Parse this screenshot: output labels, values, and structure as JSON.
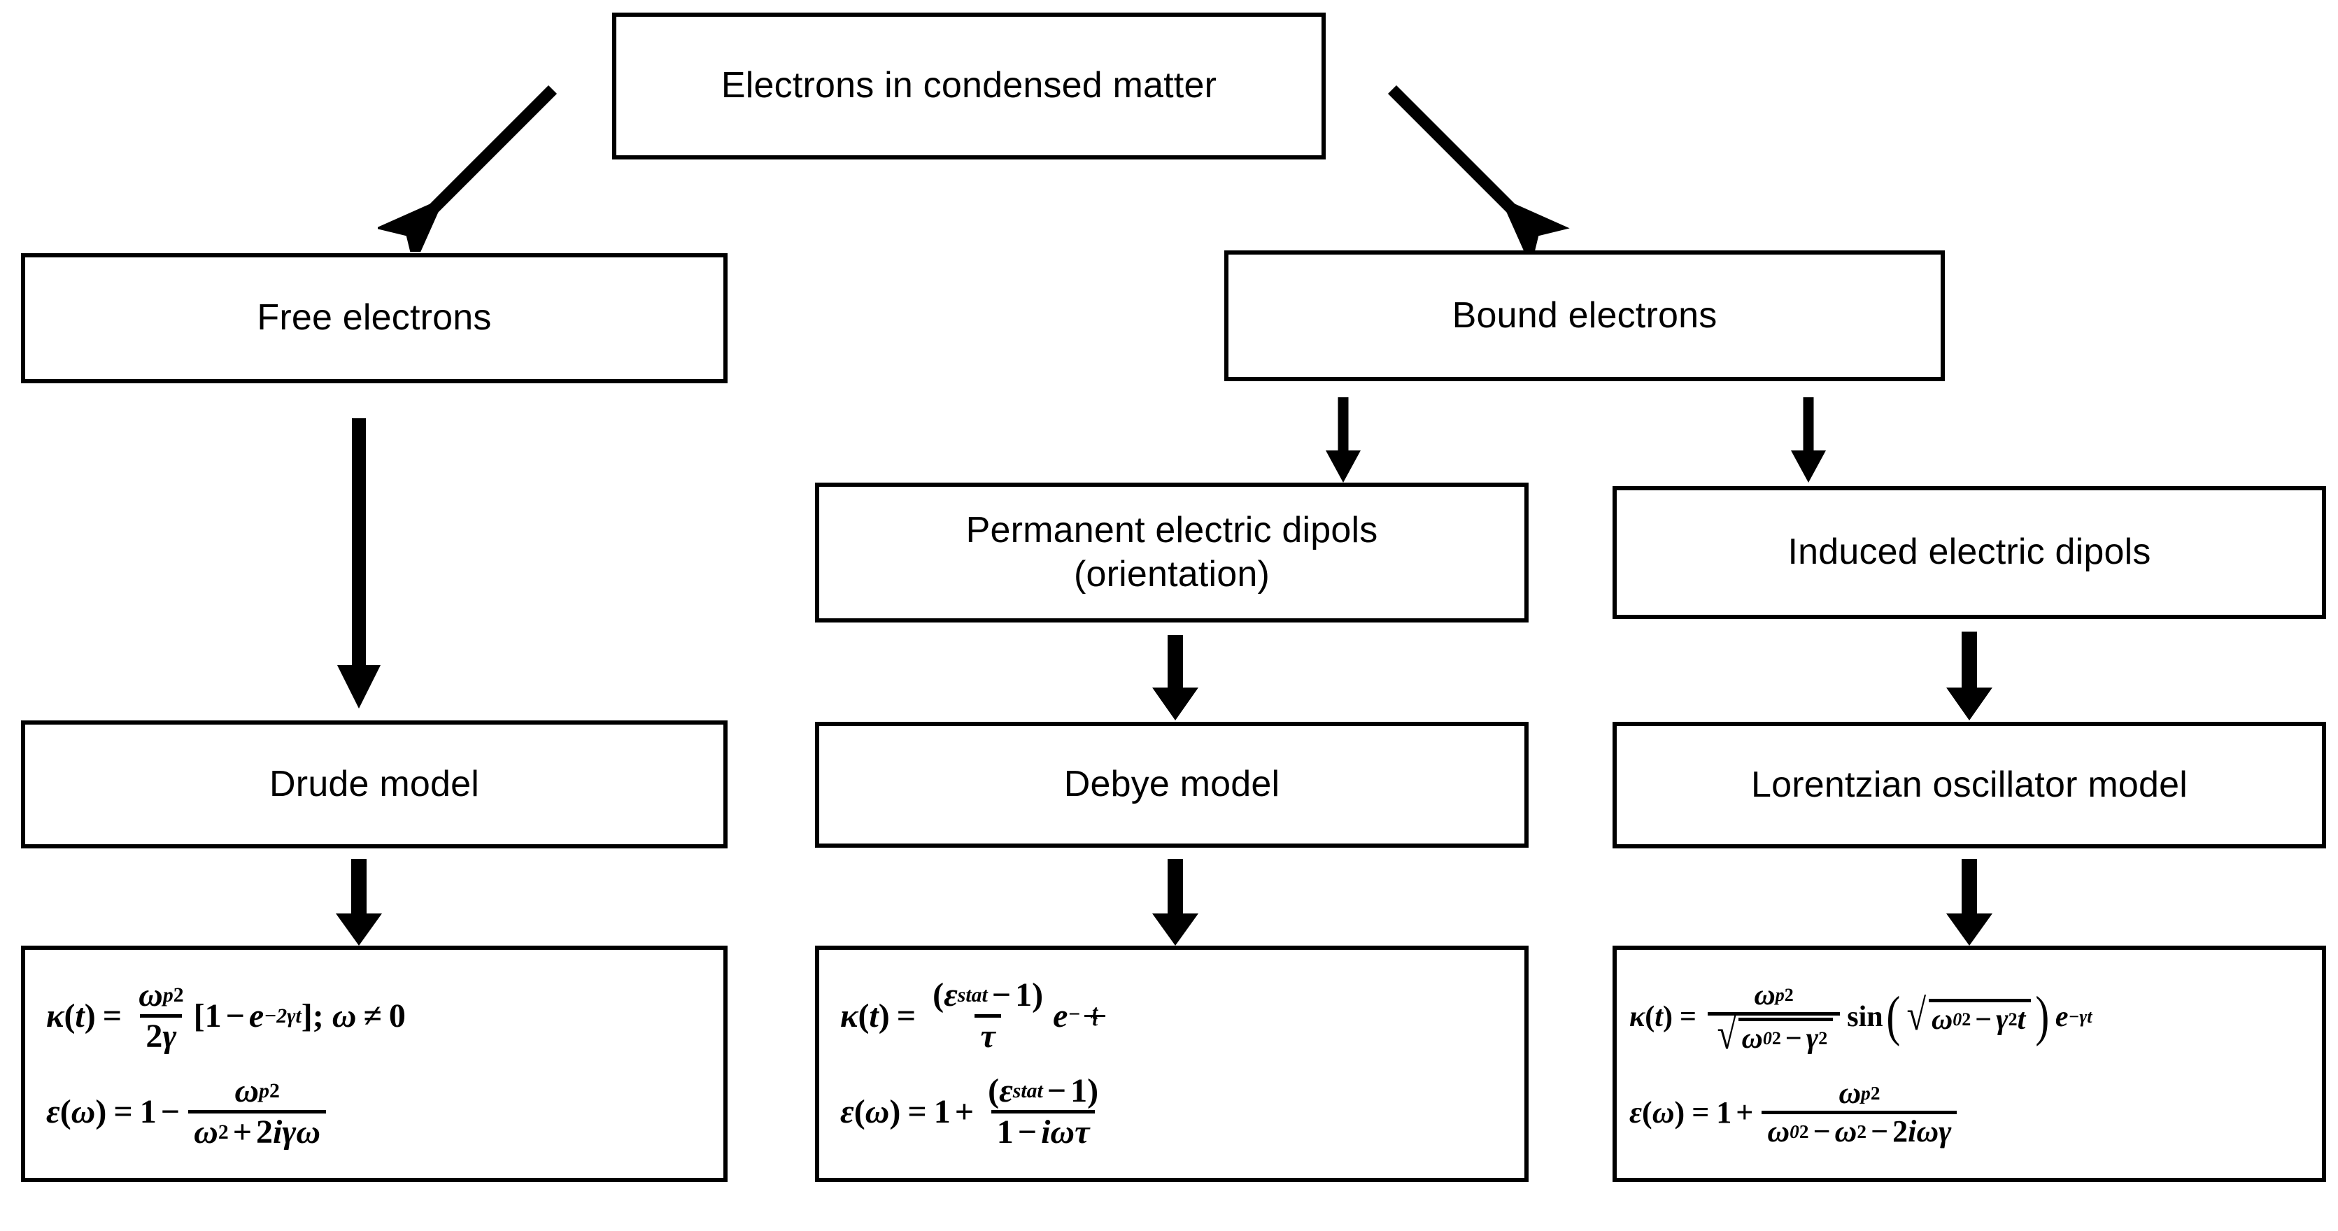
{
  "diagram": {
    "title": "Electrons in condensed matter",
    "type": "flowchart",
    "root": {
      "label": "Electrons in condensed matter"
    },
    "branches": [
      {
        "label": "Free electrons",
        "model": "Drude model",
        "formulas": [
          "κ(t) = (ωp² / 2γ)[1 − e^(−2γt)]; ω ≠ 0",
          "ε(ω) = 1 − ωp² / (ω² + 2iγω)"
        ]
      },
      {
        "label": "Bound electrons",
        "children": [
          {
            "label": "Permanent electric dipols\n(orientation)",
            "model": "Debye model",
            "formulas": [
              "κ(t) = ((εstat − 1) / τ) e^(−t/τ)",
              "ε(ω) = 1 + (εstat − 1) / (1 − iωτ)"
            ]
          },
          {
            "label": "Induced electric dipols",
            "model": "Lorentzian oscillator model",
            "formulas": [
              "κ(t) = (ωp² / √(ω0² − γ²)) sin(√(ω0² − γ²) t) e^(−γt)",
              "ε(ω) = 1 + ωp² / (ω0² − ω² − 2iωγ)"
            ]
          }
        ]
      }
    ]
  },
  "boxes": {
    "root": "Electrons in condensed matter",
    "free_electrons": "Free electrons",
    "bound_electrons": "Bound electrons",
    "permanent_dipols": "Permanent electric dipols\n(orientation)",
    "induced_dipols": "Induced electric dipols",
    "drude_model": "Drude model",
    "debye_model": "Debye model",
    "lorentzian_model": "Lorentzian oscillator model"
  },
  "symbols": {
    "kappa": "κ",
    "epsilon": "ε",
    "omega": "ω",
    "gamma": "γ",
    "tau": "τ",
    "t": "t",
    "i": "i",
    "e": "e",
    "p": "p",
    "zero": "0",
    "one": "1",
    "two": "2",
    "minus": "−",
    "plus": "+",
    "equals": "=",
    "neq": "≠",
    "sin": "sin",
    "stat": "stat",
    "lparen": "(",
    "rparen": ")",
    "lbracket": "[",
    "rbracket": "]",
    "semicolon": ";",
    "radical": "√"
  },
  "colors": {
    "stroke": "#000000",
    "background": "#ffffff",
    "text": "#000000"
  }
}
